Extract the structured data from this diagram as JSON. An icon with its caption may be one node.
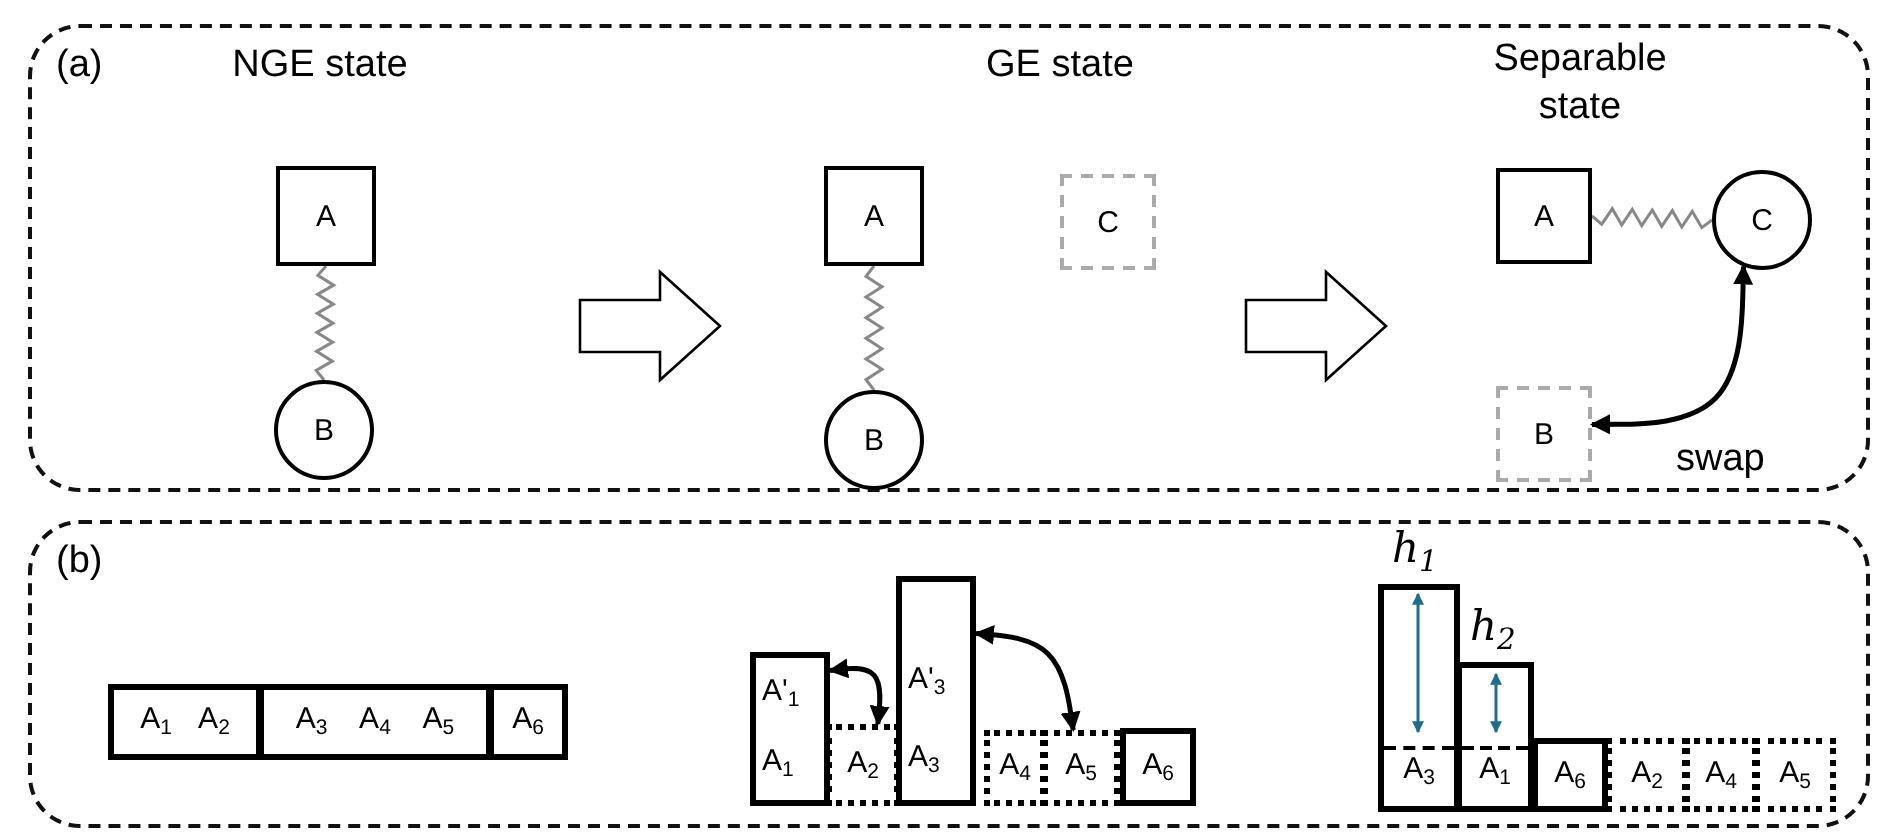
{
  "diagram": {
    "nodes": [
      {
        "text": [
          "(a)"
        ]
      },
      {
        "text": [
          "A"
        ],
        "in": 0
      },
      {
        "text": [
          "B"
        ],
        "in": 0
      },
      {
        "text": [
          "A"
        ],
        "in": 0
      },
      {
        "text": [
          "B"
        ],
        "in": 0
      },
      {
        "text": [
          "C"
        ],
        "in": 0
      },
      {
        "text": [
          "A"
        ],
        "in": 0
      },
      {
        "text": [
          "C"
        ],
        "in": 0
      },
      {
        "text": [
          "B"
        ],
        "in": 0
      },
      {
        "text": [
          "(b)"
        ]
      },
      {
        "text": [
          "A$_{1}$",
          "A$_{2}$"
        ],
        "in": 9
      },
      {
        "text": [
          "A$_{3}$",
          "A$_{4}$",
          "A$_{5}$"
        ],
        "in": 9
      },
      {
        "text": [
          "A$_{6}$"
        ],
        "in": 9
      },
      {
        "text": [
          "A'$_{1}$",
          "A$_{1}$"
        ],
        "in": 9
      },
      {
        "text": [
          "A$_{2}$"
        ],
        "in": 9
      },
      {
        "text": [
          "A'$_{3}$",
          "A$_{3}$"
        ],
        "in": 9
      },
      {
        "text": [
          "A$_{4}$"
        ],
        "in": 9
      },
      {
        "text": [
          "A$_{5}$"
        ],
        "in": 9
      },
      {
        "text": [
          "A$_{6}$"
        ],
        "in": 9
      },
      {
        "text": [
          "A$_{3}$"
        ],
        "beside": [
          "h$_{1}$"
        ],
        "in": 9
      },
      {
        "text": [
          "A$_{1}$"
        ],
        "beside": [
          "h$_{2}$"
        ],
        "in": 9
      },
      {
        "text": [
          "A$_{6}$"
        ],
        "in": 9
      },
      {
        "text": [
          "A$_{2}$"
        ],
        "in": 9
      },
      {
        "text": [
          "A$_{4}$"
        ],
        "in": 9
      },
      {
        "text": [
          "A$_{5}$"
        ],
        "in": 9
      }
    ],
    "edges": [
      {
        "from": 1,
        "to": 2,
        "arrow": "none",
        "color": "#888888"
      },
      {
        "from": 3,
        "to": 4,
        "arrow": "none",
        "color": "#888888"
      },
      {
        "from": 6,
        "to": 7,
        "arrow": "none",
        "color": "#888888"
      },
      {
        "from": 7,
        "to": 8,
        "arrow": "both",
        "label": "swap",
        "color": "#000000"
      },
      {
        "from": 13,
        "to": 14,
        "arrow": "both",
        "color": "#000000"
      },
      {
        "from": 15,
        "to": 17,
        "arrow": "both",
        "color": "#000000"
      }
    ],
    "labels": [
      "NGE state",
      "GE state",
      "Separable state"
    ]
  }
}
